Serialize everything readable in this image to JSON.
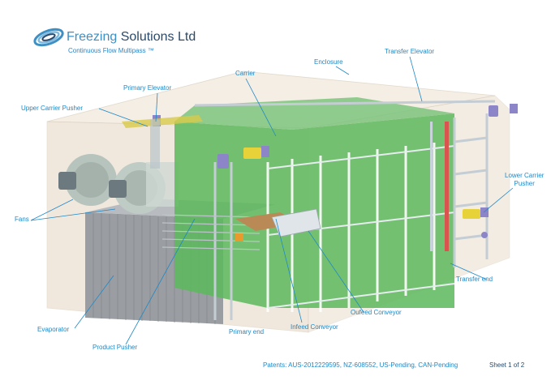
{
  "header": {
    "company_part1": "Freezing ",
    "company_part2": "Solutions Ltd",
    "subtitle": "Continuous Flow Multipass ™"
  },
  "labels": {
    "enclosure": "Enclosure",
    "transfer_elevator": "Transfer Elevator",
    "carrier": "Carrier",
    "primary_elevator": "Primary Elevator",
    "upper_carrier_pusher": "Upper Carrier Pusher",
    "lower_carrier_pusher_line1": "Lower Carrier",
    "lower_carrier_pusher_line2": "Pusher",
    "fans": "Fans",
    "transfer_end": "Transfer end",
    "oufeed_conveyor": "Oufeed Conveyor",
    "evaporator": "Evaporator",
    "infeed_conveyor": "Infeed Conveyor",
    "primary_end": "Primary end",
    "product_pusher": "Product Pusher"
  },
  "footer": {
    "patents": "Patents: AUS-2012229595, NZ-608552, US-Pending, CAN-Pending",
    "sheet": "Sheet 1 of 2"
  },
  "colors": {
    "accent": "#1e88c8",
    "panel_green": "#5cb85c",
    "enclosure": "#efe6d8",
    "frame": "#c9d3db",
    "motor": "#8c86c8",
    "pusher": "#e8d23a",
    "elevator_rail": "#d9534f"
  }
}
